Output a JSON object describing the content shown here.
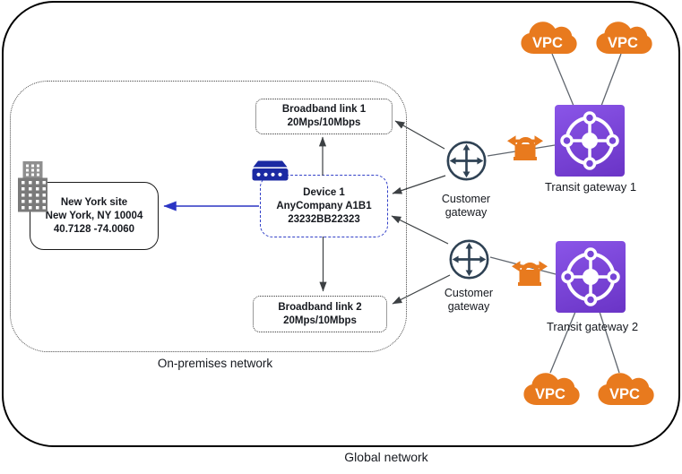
{
  "diagram": {
    "global_network": {
      "label": "Global network"
    },
    "on_premises": {
      "label": "On-premises network"
    },
    "new_york_site": {
      "title": "New York site",
      "address": "New York, NY 10004",
      "coordinates": "40.7128 -74.0060"
    },
    "device": {
      "title": "Device 1",
      "vendor": "AnyCompany A1B1",
      "serial": "23232BB22323"
    },
    "broadband_link_1": {
      "title": "Broadband link 1",
      "speed": "20Mps/10Mbps"
    },
    "broadband_link_2": {
      "title": "Broadband link 2",
      "speed": "20Mps/10Mbps"
    },
    "customer_gateway_1": {
      "line1": "Customer",
      "line2": "gateway"
    },
    "customer_gateway_2": {
      "line1": "Customer",
      "line2": "gateway"
    },
    "transit_gateway_1": {
      "label": "Transit gateway 1"
    },
    "transit_gateway_2": {
      "label": "Transit gateway 2"
    },
    "vpcs": [
      {
        "label": "VPC"
      },
      {
        "label": "VPC"
      },
      {
        "label": "VPC"
      },
      {
        "label": "VPC"
      }
    ],
    "icons": {
      "building": "office-building-icon",
      "device": "network-appliance-icon",
      "customer_gateway": "customer-gateway-icon",
      "vpn_connection": "site-to-site-vpn-icon",
      "transit_gateway": "transit-gateway-icon",
      "vpc_cloud": "vpc-cloud-icon"
    },
    "colors": {
      "vpc_orange": "#E87A1E",
      "transit_purple_light": "#8A55E8",
      "transit_purple_dark": "#6A34C6",
      "device_navy": "#1B2AA3",
      "link_blue": "#2B35C4",
      "gateway_slate": "#2F4254",
      "connector_gray": "#60666E",
      "arrow_dark": "#3C4043"
    }
  }
}
